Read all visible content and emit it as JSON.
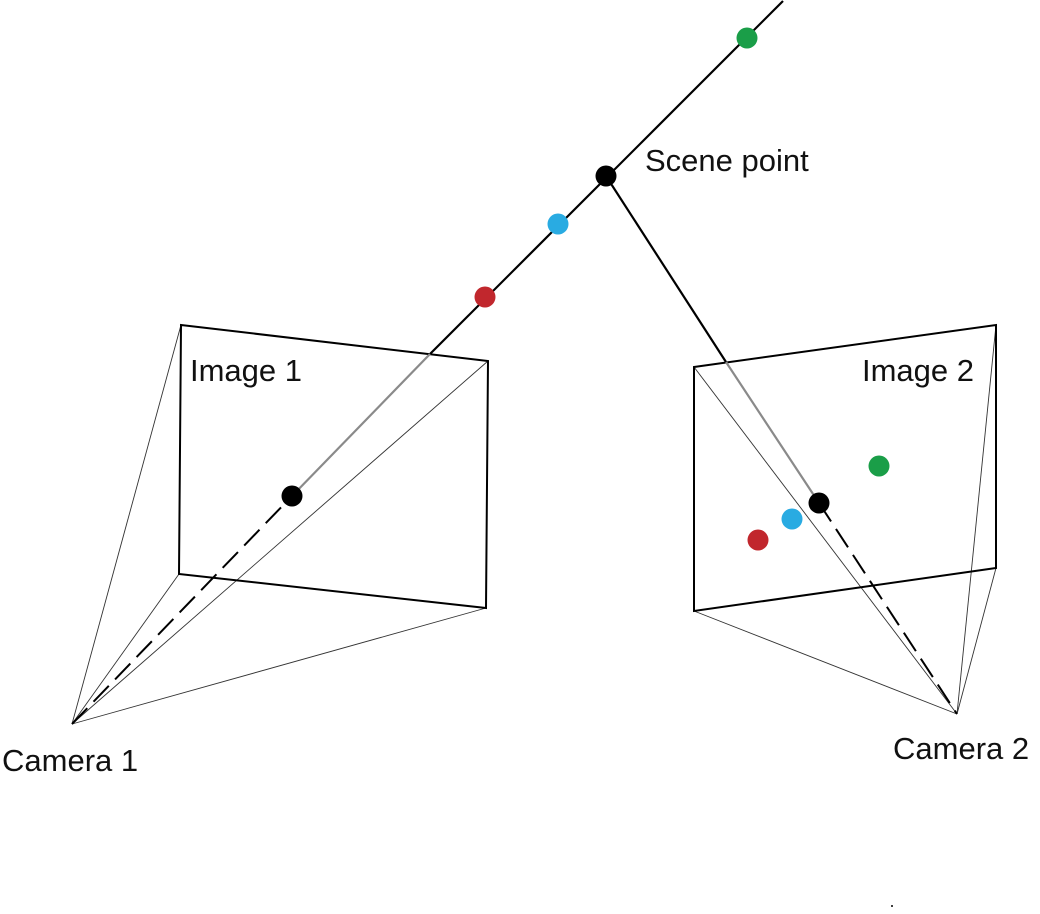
{
  "labels": {
    "scene_point": "Scene point",
    "image1": "Image 1",
    "image2": "Image 2",
    "camera1": "Camera 1",
    "camera2": "Camera 2"
  },
  "colors": {
    "background": "#ffffff",
    "line": "#000000",
    "thin_line": "#333333",
    "gray_ray": "#8a8a8a",
    "point_black": "#000000",
    "point_blue": "#29abe2",
    "point_red": "#c1272d",
    "point_green": "#1a9e48"
  }
}
